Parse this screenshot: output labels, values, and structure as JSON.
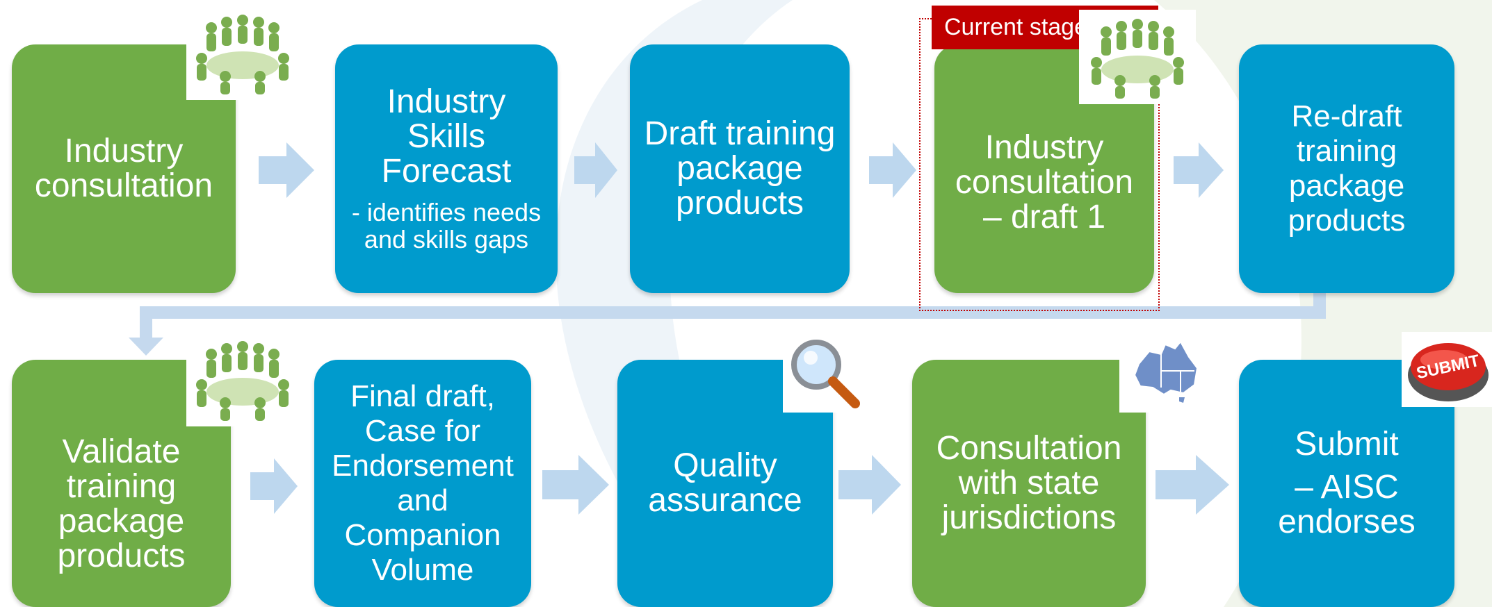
{
  "current_stage_label": "Current stage",
  "colors": {
    "green": "#70ad47",
    "blue": "#009bcd",
    "arrow": "#bdd7ee",
    "connector": "#c5d9ee",
    "highlight": "#c00000"
  },
  "row1": [
    {
      "title": "Industry consultation",
      "color": "green"
    },
    {
      "title": "Industry Skills Forecast",
      "subtitle": "- identifies needs and skills gaps",
      "color": "blue"
    },
    {
      "title": "Draft training package products",
      "color": "blue"
    },
    {
      "title": "Industry consultation – draft 1",
      "color": "green",
      "current": true
    },
    {
      "title": "Re-draft training package products",
      "color": "blue"
    }
  ],
  "row2": [
    {
      "title": "Validate training package products",
      "color": "green"
    },
    {
      "title": "Final draft, Case for Endorsement and Companion Volume",
      "color": "blue"
    },
    {
      "title": "Quality assurance",
      "color": "blue"
    },
    {
      "title": "Consultation with state jurisdictions",
      "color": "green"
    },
    {
      "title": "Submit",
      "subtitle": "– AISC endorses",
      "color": "blue"
    }
  ],
  "icons": {
    "meeting": "meeting-group-icon",
    "magnifier": "magnifying-glass-icon",
    "map": "australia-map-icon",
    "submit": "submit-button-icon",
    "submit_text": "SUBMIT"
  }
}
